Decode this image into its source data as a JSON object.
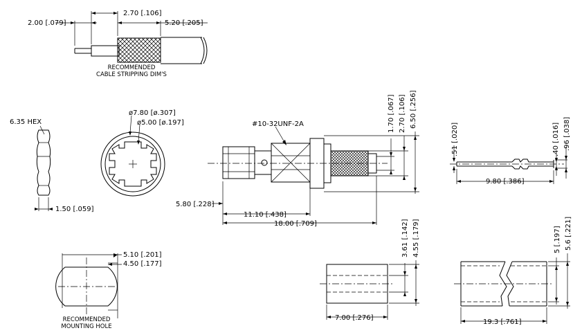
{
  "strip": {
    "dim_pin": "2.00 [.079]",
    "dim_braid": "2.70 [.106]",
    "dim_jacket": "5.20 [.205]",
    "caption_line1": "RECOMMENDED",
    "caption_line2": "CABLE STRIPPING DIM'S"
  },
  "nut": {
    "hex_label": "6.35 HEX",
    "thickness": "1.50 [.059]",
    "od_label": "ø7.80 [ø.307]",
    "id_label": "ø5.00 [ø.197]"
  },
  "connector": {
    "thread": "#10-32UNF-2A",
    "dim_a": "1.70 [.067]",
    "dim_b": "2.70 [.106]",
    "dim_c": "6.50 [.256]",
    "dim_d": "5.80 [.228]",
    "dim_e": "11.10 [.438]",
    "dim_f": "18.00 [.709]"
  },
  "pin": {
    "dim_tip": ".51 [.020]",
    "dim_small": ".40 [.016]",
    "dim_large": ".96 [.038]",
    "dim_length": "9.80 [.386]"
  },
  "hole": {
    "dim_width": "5.10 [.201]",
    "dim_flat": "4.50 [.177]",
    "caption_line1": "RECOMMENDED",
    "caption_line2": "MOUNTING HOLE"
  },
  "ferrule": {
    "dim_id": "3.61 [.142]",
    "dim_od": "4.55 [.179]",
    "dim_len": "7.00 [.276]"
  },
  "sleeve": {
    "dim_id": "5 [.197]",
    "dim_od": "5.6 [.221]",
    "dim_len": "19.3 [.761]"
  }
}
